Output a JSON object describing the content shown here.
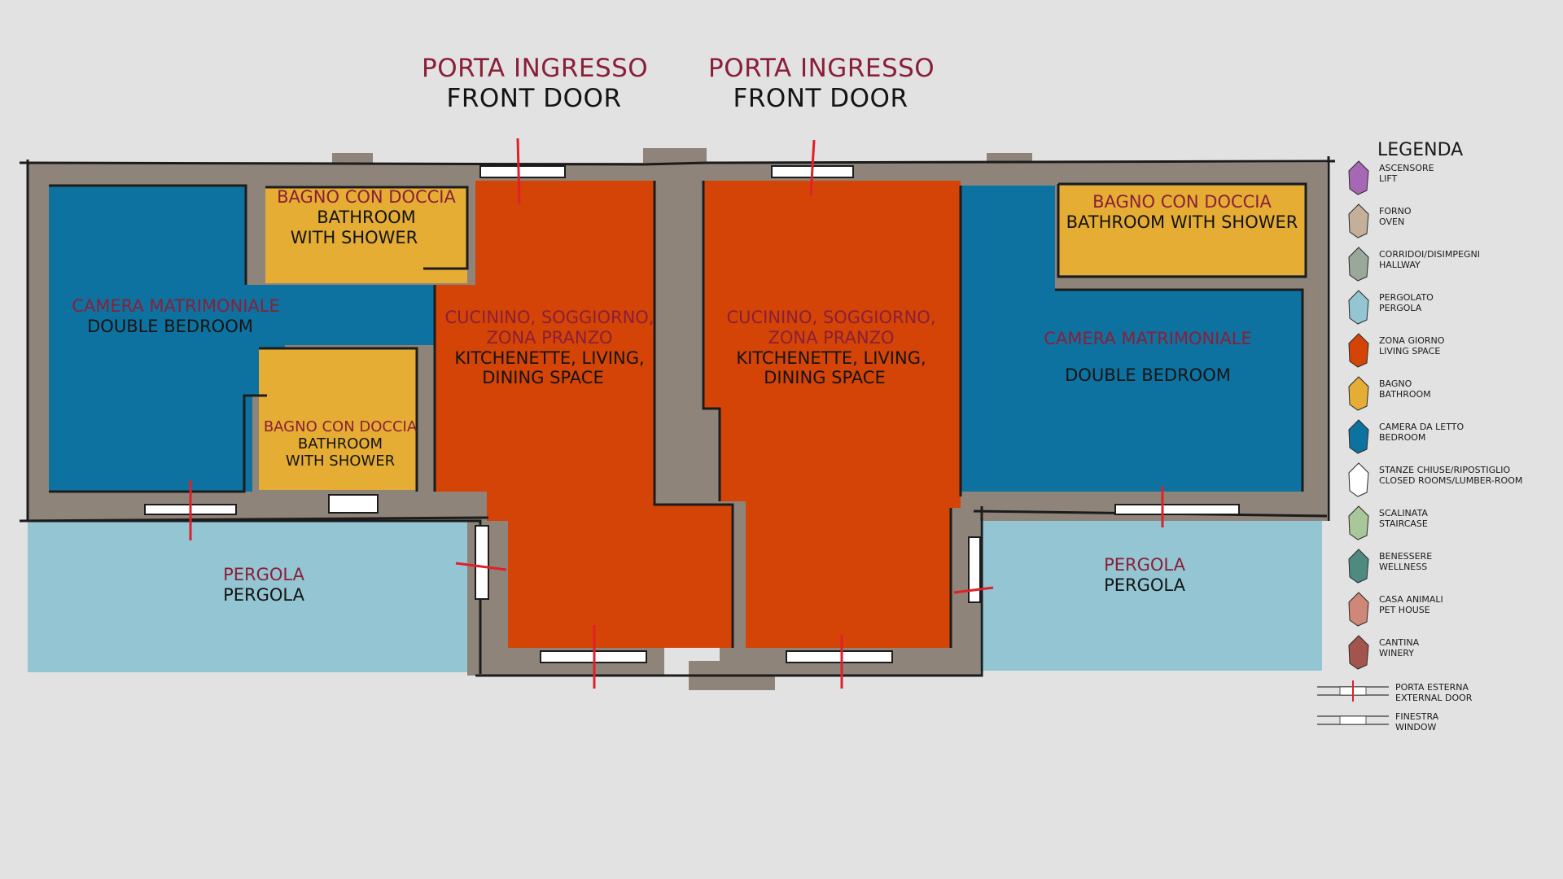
{
  "entrances": [
    {
      "it": "PORTA INGRESSO",
      "en": "FRONT DOOR"
    },
    {
      "it": "PORTA INGRESSO",
      "en": "FRONT DOOR"
    }
  ],
  "rooms": {
    "left_bathroom_top": {
      "it": "BAGNO CON DOCCIA",
      "en1": "BATHROOM",
      "en2": "WITH SHOWER"
    },
    "left_bedroom": {
      "it": "CAMERA MATRIMONIALE",
      "en": "DOUBLE BEDROOM"
    },
    "left_bathroom_bottom": {
      "it": "BAGNO CON DOCCIA",
      "en1": "BATHROOM",
      "en2": "WITH SHOWER"
    },
    "left_living": {
      "it1": "CUCININO, SOGGIORNO,",
      "it2": "ZONA PRANZO",
      "en1": "KITCHENETTE, LIVING,",
      "en2": "DINING SPACE"
    },
    "right_living": {
      "it1": "CUCININO, SOGGIORNO,",
      "it2": "ZONA PRANZO",
      "en1": "KITCHENETTE, LIVING,",
      "en2": "DINING SPACE"
    },
    "right_bathroom": {
      "it": "BAGNO CON DOCCIA",
      "en": "BATHROOM WITH SHOWER"
    },
    "right_bedroom": {
      "it": "CAMERA MATRIMONIALE",
      "en": "DOUBLE BEDROOM"
    },
    "left_pergola": {
      "it": "PERGOLA",
      "en": "PERGOLA"
    },
    "right_pergola": {
      "it": "PERGOLA",
      "en": "PERGOLA"
    }
  },
  "legend": {
    "title": "LEGENDA",
    "items": [
      {
        "it": "ASCENSORE",
        "en": "LIFT",
        "color": "#a668b5"
      },
      {
        "it": "FORNO",
        "en": "OVEN",
        "color": "#c4b09a"
      },
      {
        "it": "CORRIDOI/DISIMPEGNI",
        "en": "HALLWAY",
        "color": "#9aa89c"
      },
      {
        "it": "PERGOLATO",
        "en": "PERGOLA",
        "color": "#93c5d2"
      },
      {
        "it": "ZONA GIORNO",
        "en": "LIVING SPACE",
        "color": "#d44406"
      },
      {
        "it": "BAGNO",
        "en": "BATHROOM",
        "color": "#e5ad34"
      },
      {
        "it": "CAMERA DA LETTO",
        "en": "BEDROOM",
        "color": "#0e72a0"
      },
      {
        "it": "STANZE CHIUSE/RIPOSTIGLIO",
        "en": "CLOSED ROOMS/LUMBER-ROOM",
        "color": "#ffffff"
      },
      {
        "it": "SCALINATA",
        "en": "STAIRCASE",
        "color": "#a8c89a"
      },
      {
        "it": "BENESSERE",
        "en": "WELLNESS",
        "color": "#4f8a80"
      },
      {
        "it": "CASA ANIMALI",
        "en": "PET HOUSE",
        "color": "#cf8778"
      },
      {
        "it": "CANTINA",
        "en": "WINERY",
        "color": "#a3544c"
      }
    ],
    "symbols": [
      {
        "it": "PORTA ESTERNA",
        "en": "EXTERNAL DOOR"
      },
      {
        "it": "FINESTRA",
        "en": "WINDOW"
      }
    ]
  },
  "colors": {
    "wall": "#8f847a",
    "bedroom": "#0e72a0",
    "bathroom": "#e5ad34",
    "living": "#d44406",
    "pergola": "#93c5d2",
    "label_it": "#8a1f38",
    "door": "#e0202a"
  }
}
